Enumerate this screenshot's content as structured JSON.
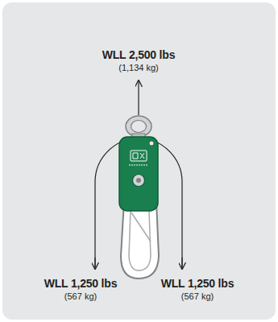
{
  "diagram": {
    "labels": [
      "WLL 2,500 lbs",
      "(1,134 kg)",
      "WLL 1,250 lbs",
      "(567 kg)",
      "WLL 1,250 lbs",
      "(567 kg)"
    ]
  }
}
